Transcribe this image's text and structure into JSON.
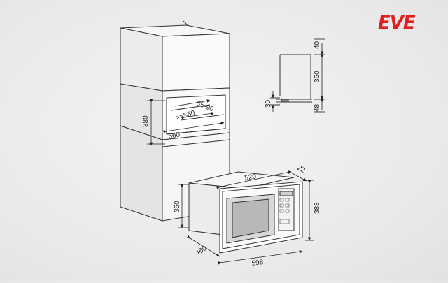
{
  "brand": {
    "logo_text": "EVE",
    "color": "#e02020"
  },
  "cabinet_dims": {
    "opening_height": "380",
    "depth_min": ">=550",
    "opening_width": "560",
    "vent_gap": "85-90"
  },
  "side_profile_dims": {
    "top": "40",
    "middle": "350",
    "bottom": "48",
    "shelf": "30"
  },
  "appliance_dims": {
    "depth": "520",
    "offset": "22",
    "frame_height": "388",
    "body_height": "350",
    "body_depth": "460",
    "frame_width": "598"
  }
}
